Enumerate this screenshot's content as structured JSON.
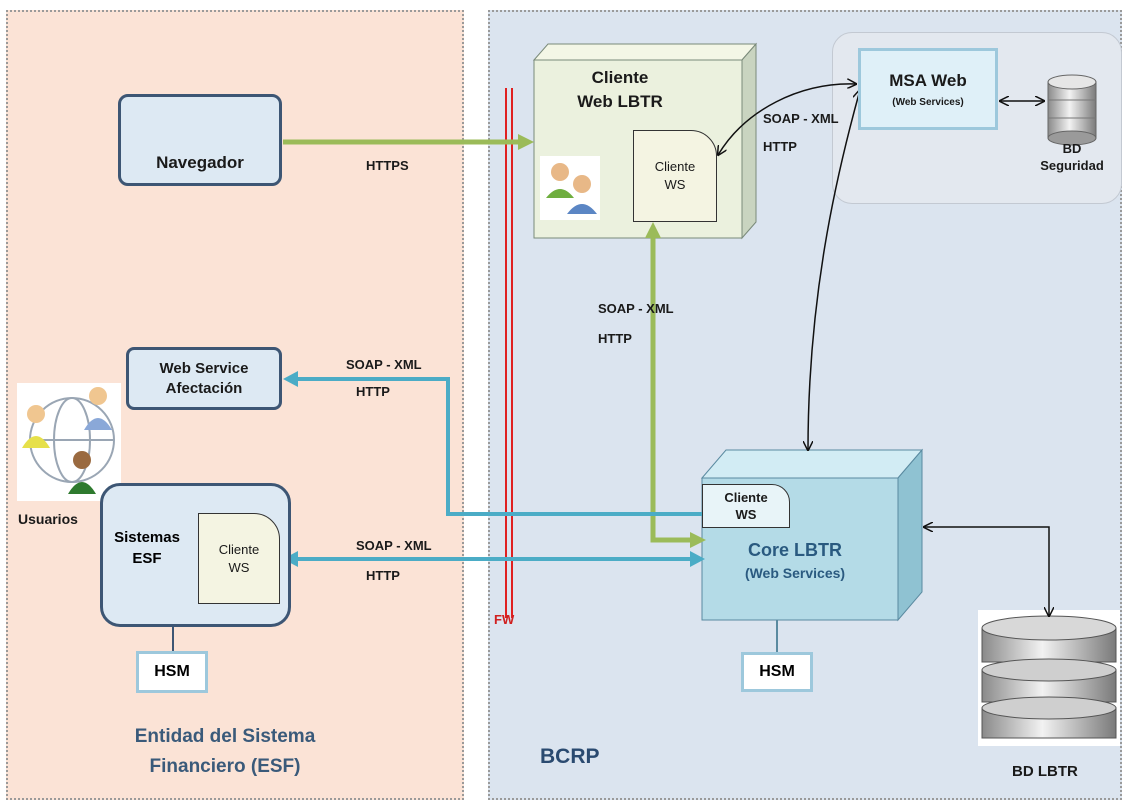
{
  "zones": {
    "esf_title_line1": "Entidad del Sistema",
    "esf_title_line2": "Financiero (ESF)",
    "bcrp_title": "BCRP"
  },
  "nodes": {
    "navegador": "Navegador",
    "web_service_line1": "Web Service",
    "web_service_line2": "Afectación",
    "usuarios": "Usuarios",
    "sistemas_line1": "Sistemas",
    "sistemas_line2": "ESF",
    "cliente": "Cliente",
    "ws": "WS",
    "hsm": "HSM",
    "fw": "FW",
    "cliente_web_line1": "Cliente",
    "cliente_web_line2": "Web LBTR",
    "msa_title": "MSA Web",
    "msa_sub": "(Web Services)",
    "bd_seg_line1": "BD",
    "bd_seg_line2": "Seguridad",
    "core_title": "Core  LBTR",
    "core_sub": "(Web Services)",
    "bd_lbtr": "BD LBTR"
  },
  "edges": {
    "https": "HTTPS",
    "soap_xml": "SOAP - XML",
    "http": "HTTP"
  },
  "colors": {
    "esf_bg": "#fbe3d6",
    "bcrp_bg": "#dbe4ef",
    "green_arrow": "#9bbb59",
    "blue_arrow": "#4bacc6",
    "fw_red": "#e02020",
    "box_border": "#3d5674"
  }
}
